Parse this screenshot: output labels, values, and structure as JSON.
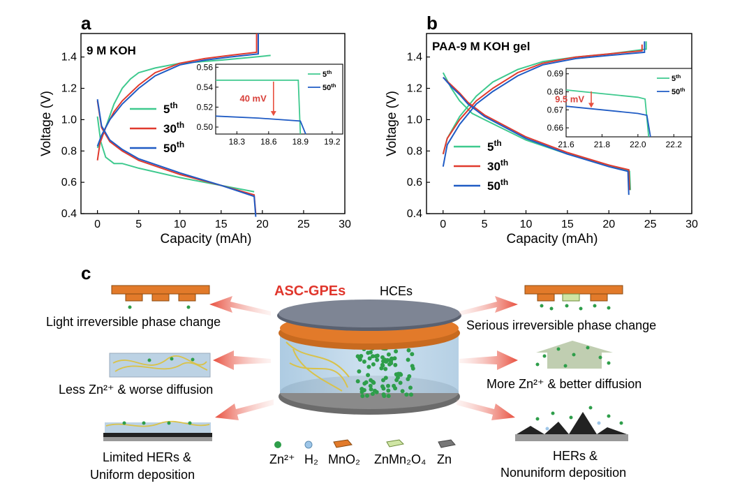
{
  "colors": {
    "s5": "#3ec98e",
    "s30": "#e03a2e",
    "s50": "#1f5bc4",
    "arrow": "#e8503f",
    "mno2": "#e27a2a",
    "zn": "#2e9e4a"
  },
  "chart_data": [
    {
      "panel": "a",
      "type": "line",
      "condition": "9 M KOH",
      "xlabel": "Capacity (mAh)",
      "ylabel": "Voltage (V)",
      "xlim": [
        -2,
        30
      ],
      "ylim": [
        0.4,
        1.55
      ],
      "xticks": [
        "0",
        "5",
        "10",
        "15",
        "20",
        "25",
        "30"
      ],
      "yticks": [
        "0.4",
        "0.6",
        "0.8",
        "1.0",
        "1.2",
        "1.4"
      ],
      "legend": [
        "5th",
        "30th",
        "50th"
      ],
      "series": [
        {
          "name": "5th",
          "color": "#3ec98e",
          "charge": [
            [
              0,
              0.82
            ],
            [
              0.5,
              0.88
            ],
            [
              1.2,
              0.98
            ],
            [
              2,
              1.1
            ],
            [
              3,
              1.2
            ],
            [
              4,
              1.26
            ],
            [
              5,
              1.3
            ],
            [
              7,
              1.33
            ],
            [
              10,
              1.36
            ],
            [
              15,
              1.38
            ],
            [
              19,
              1.4
            ],
            [
              21,
              1.41
            ]
          ],
          "discharge": [
            [
              0,
              1.02
            ],
            [
              0.4,
              0.86
            ],
            [
              1,
              0.76
            ],
            [
              2,
              0.72
            ],
            [
              3,
              0.72
            ],
            [
              5,
              0.69
            ],
            [
              10,
              0.63
            ],
            [
              15,
              0.58
            ],
            [
              19,
              0.54
            ]
          ]
        },
        {
          "name": "30th",
          "color": "#e03a2e",
          "charge": [
            [
              0,
              0.74
            ],
            [
              0.3,
              0.85
            ],
            [
              1,
              0.95
            ],
            [
              2,
              1.05
            ],
            [
              3,
              1.12
            ],
            [
              5,
              1.22
            ],
            [
              7,
              1.3
            ],
            [
              10,
              1.36
            ],
            [
              13,
              1.39
            ],
            [
              16,
              1.41
            ],
            [
              19.3,
              1.43
            ],
            [
              19.3,
              1.55
            ]
          ],
          "discharge": [
            [
              0,
              1.12
            ],
            [
              0.5,
              0.95
            ],
            [
              1.5,
              0.86
            ],
            [
              3,
              0.8
            ],
            [
              5,
              0.74
            ],
            [
              10,
              0.65
            ],
            [
              15,
              0.58
            ],
            [
              19,
              0.52
            ],
            [
              19.2,
              0.4
            ]
          ]
        },
        {
          "name": "50th",
          "color": "#1f5bc4",
          "charge": [
            [
              0,
              0.83
            ],
            [
              0.5,
              0.9
            ],
            [
              1.5,
              1.0
            ],
            [
              3,
              1.1
            ],
            [
              5,
              1.2
            ],
            [
              7,
              1.28
            ],
            [
              10,
              1.35
            ],
            [
              13,
              1.38
            ],
            [
              16,
              1.4
            ],
            [
              19.5,
              1.42
            ],
            [
              19.5,
              1.55
            ]
          ],
          "discharge": [
            [
              0,
              1.13
            ],
            [
              0.5,
              0.96
            ],
            [
              1.5,
              0.87
            ],
            [
              3,
              0.81
            ],
            [
              5,
              0.75
            ],
            [
              10,
              0.66
            ],
            [
              15,
              0.58
            ],
            [
              19,
              0.51
            ],
            [
              19.2,
              0.38
            ]
          ]
        }
      ],
      "inset": {
        "xlim": [
          18.1,
          19.3
        ],
        "ylim": [
          0.493,
          0.563
        ],
        "xticks": [
          "18.3",
          "18.6",
          "18.9",
          "19.2"
        ],
        "yticks": [
          "0.50",
          "0.52",
          "0.54",
          "0.56"
        ],
        "legend": [
          "5th",
          "50th"
        ],
        "annotation": "40 mV",
        "series": [
          {
            "name": "5th",
            "points": [
              [
                18.1,
                0.547
              ],
              [
                18.88,
                0.547
              ],
              [
                18.9,
                0.493
              ]
            ]
          },
          {
            "name": "50th",
            "points": [
              [
                18.1,
                0.511
              ],
              [
                18.5,
                0.509
              ],
              [
                18.9,
                0.506
              ],
              [
                18.95,
                0.493
              ]
            ]
          }
        ]
      }
    },
    {
      "panel": "b",
      "type": "line",
      "condition": "PAA-9 M KOH gel",
      "xlabel": "Capacity (mAh)",
      "ylabel": "Voltage (V)",
      "xlim": [
        -2,
        30
      ],
      "ylim": [
        0.4,
        1.55
      ],
      "xticks": [
        "0",
        "5",
        "10",
        "15",
        "20",
        "25",
        "30"
      ],
      "yticks": [
        "0.4",
        "0.6",
        "0.8",
        "1.0",
        "1.2",
        "1.4"
      ],
      "legend": [
        "5th",
        "30th",
        "50th"
      ],
      "series": [
        {
          "name": "5th",
          "color": "#3ec98e",
          "charge": [
            [
              0,
              0.78
            ],
            [
              0.5,
              0.88
            ],
            [
              2,
              1.02
            ],
            [
              4,
              1.15
            ],
            [
              6,
              1.24
            ],
            [
              9,
              1.32
            ],
            [
              12,
              1.37
            ],
            [
              16,
              1.4
            ],
            [
              20,
              1.42
            ],
            [
              24.5,
              1.45
            ],
            [
              24.5,
              1.5
            ]
          ],
          "discharge": [
            [
              0,
              1.3
            ],
            [
              1,
              1.2
            ],
            [
              2,
              1.12
            ],
            [
              3.5,
              1.04
            ],
            [
              5,
              1.0
            ],
            [
              10,
              0.87
            ],
            [
              15,
              0.78
            ],
            [
              20,
              0.71
            ],
            [
              22.5,
              0.67
            ],
            [
              22.6,
              0.55
            ]
          ]
        },
        {
          "name": "30th",
          "color": "#e03a2e",
          "charge": [
            [
              0,
              0.78
            ],
            [
              0.5,
              0.88
            ],
            [
              2,
              1.0
            ],
            [
              4,
              1.12
            ],
            [
              6,
              1.2
            ],
            [
              9,
              1.3
            ],
            [
              12,
              1.36
            ],
            [
              16,
              1.4
            ],
            [
              20,
              1.42
            ],
            [
              24,
              1.44
            ],
            [
              24,
              1.48
            ]
          ],
          "discharge": [
            [
              0,
              1.27
            ],
            [
              1,
              1.22
            ],
            [
              2,
              1.17
            ],
            [
              3,
              1.11
            ],
            [
              5,
              1.03
            ],
            [
              10,
              0.89
            ],
            [
              15,
              0.79
            ],
            [
              20,
              0.71
            ],
            [
              22.4,
              0.68
            ],
            [
              22.5,
              0.55
            ]
          ]
        },
        {
          "name": "50th",
          "color": "#1f5bc4",
          "charge": [
            [
              0,
              0.7
            ],
            [
              0.5,
              0.84
            ],
            [
              2,
              0.97
            ],
            [
              4,
              1.1
            ],
            [
              6,
              1.18
            ],
            [
              9,
              1.28
            ],
            [
              12,
              1.35
            ],
            [
              16,
              1.39
            ],
            [
              20,
              1.41
            ],
            [
              24.3,
              1.43
            ],
            [
              24.3,
              1.5
            ]
          ],
          "discharge": [
            [
              0,
              1.27
            ],
            [
              1,
              1.21
            ],
            [
              2,
              1.16
            ],
            [
              3,
              1.1
            ],
            [
              5,
              1.02
            ],
            [
              10,
              0.88
            ],
            [
              15,
              0.78
            ],
            [
              20,
              0.7
            ],
            [
              22.3,
              0.67
            ],
            [
              22.4,
              0.52
            ]
          ]
        }
      ],
      "inset": {
        "xlim": [
          21.6,
          22.3
        ],
        "ylim": [
          0.655,
          0.693
        ],
        "xticks": [
          "21.6",
          "21.8",
          "22.0",
          "22.2"
        ],
        "yticks": [
          "0.66",
          "0.67",
          "0.68",
          "0.69"
        ],
        "legend": [
          "5th",
          "50th"
        ],
        "annotation": "9.5 mV",
        "series": [
          {
            "name": "5th",
            "points": [
              [
                21.6,
                0.681
              ],
              [
                21.8,
                0.679
              ],
              [
                22.0,
                0.677
              ],
              [
                22.04,
                0.676
              ],
              [
                22.06,
                0.655
              ]
            ]
          },
          {
            "name": "50th",
            "points": [
              [
                21.6,
                0.672
              ],
              [
                21.8,
                0.67
              ],
              [
                22.0,
                0.668
              ],
              [
                22.05,
                0.667
              ],
              [
                22.07,
                0.655
              ]
            ]
          }
        ]
      }
    }
  ],
  "panel_c": {
    "letter": "c",
    "title_red": "ASC-GPEs",
    "title_right": "HCEs",
    "left_labels": [
      "Light irreversible phase change",
      "Less Zn²⁺ & worse diffusion",
      "Limited HERs &",
      "Uniform deposition"
    ],
    "right_labels": [
      "Serious irreversible phase change",
      "More Zn²⁺ & better diffusion",
      "HERs &",
      "Nonuniform deposition"
    ],
    "legend": [
      "Zn²⁺",
      "H₂",
      "MnO₂",
      "ZnMn₂O₄",
      "Zn"
    ]
  }
}
